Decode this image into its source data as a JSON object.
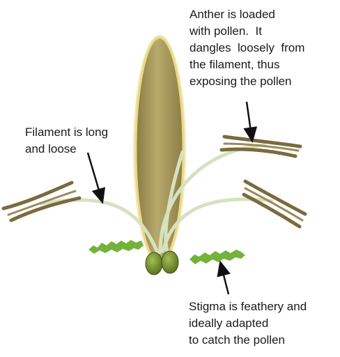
{
  "labels": {
    "anther": "Anther is loaded\nwith pollen.  It\ndangles  loosely  from\nthe filament, thus\nexposing the pollen",
    "filament": "Filament is long\nand loose",
    "stigma": "Stigma is feathery and\nideally adapted\nto catch the pollen"
  },
  "colors": {
    "filament": "#d6e2bf",
    "anther": "#7a6a3e",
    "anther_light": "#9c8a5a",
    "stigma": "#74b33a",
    "ovary": "#6f8f2c",
    "bract_fill": "#a99a5b",
    "bract_outline": "#e8d77f",
    "arrow": "#111111"
  }
}
